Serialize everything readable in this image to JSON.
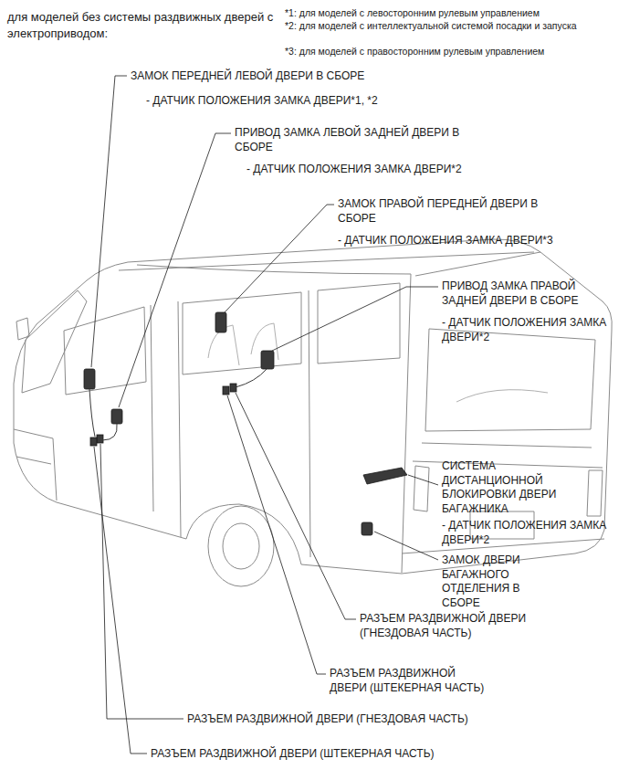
{
  "diagram": {
    "title": "для моделей без системы раздвижных дверей с электроприводом:",
    "labels": [
      "*1: для моделей с левосторонним рулевым управлением",
      "*2: для моделей с интеллектуальной системой посадки и запуска",
      "*3: для моделей с правосторонним рулевым управлением",
      "ЗАМОК ПЕРЕДНЕЙ ЛЕВОЙ ДВЕРИ В СБОРЕ",
      "- ДАТЧИК ПОЛОЖЕНИЯ ЗАМКА ДВЕРИ*1, *2",
      "ПРИВОД ЗАМКА ЛЕВОЙ ЗАДНЕЙ ДВЕРИ В СБОРЕ",
      "- ДАТЧИК ПОЛОЖЕНИЯ ЗАМКА ДВЕРИ*2",
      "ЗАМОК ПРАВОЙ ПЕРЕДНЕЙ ДВЕРИ В СБОРЕ",
      "- ДАТЧИК ПОЛОЖЕНИЯ ЗАМКА ДВЕРИ*3",
      "ПРИВОД ЗАМКА ПРАВОЙ ЗАДНЕЙ ДВЕРИ В СБОРЕ",
      "- ДАТЧИК ПОЛОЖЕНИЯ ЗАМКА ДВЕРИ*2",
      "СИСТЕМА ДИСТАНЦИОННОЙ БЛОКИРОВКИ ДВЕРИ БАГАЖНИКА",
      "- ДАТЧИК ПОЛОЖЕНИЯ ЗАМКА ДВЕРИ*2",
      "ЗАМОК ДВЕРИ БАГАЖНОГО ОТДЕЛЕНИЯ В СБОРЕ",
      "РАЗЪЕМ РАЗДВИЖНОЙ ДВЕРИ (ГНЕЗДОВАЯ ЧАСТЬ)",
      "РАЗЪЕМ РАЗДВИЖНОЙ ДВЕРИ (ШТЕКЕРНАЯ ЧАСТЬ)",
      "РАЗЪЕМ РАЗДВИЖНОЙ ДВЕРИ (ГНЕЗДОВАЯ ЧАСТЬ)",
      "РАЗЪЕМ РАЗДВИЖНОЙ ДВЕРИ (ШТЕКЕРНАЯ ЧАСТЬ)"
    ]
  }
}
